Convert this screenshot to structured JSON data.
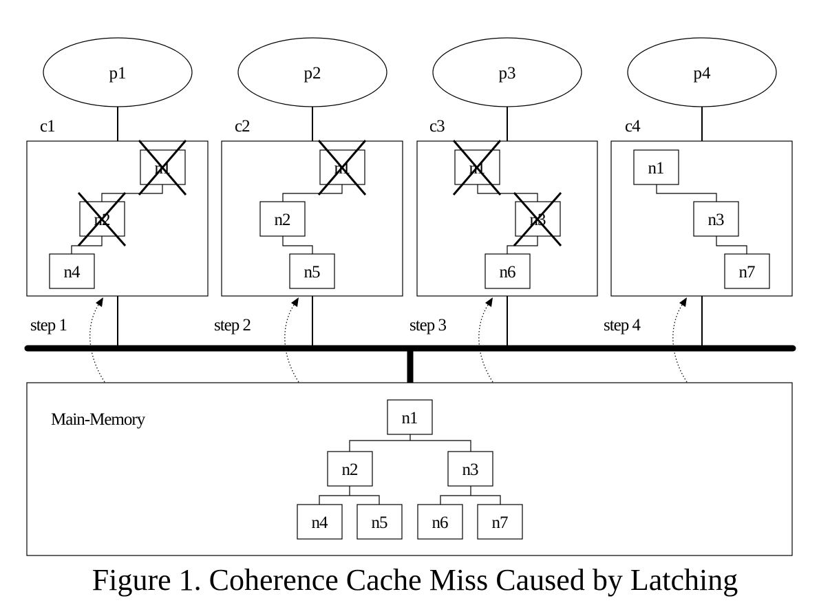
{
  "caption": "Figure 1. Coherence Cache Miss Caused by Latching",
  "main_memory": {
    "label": "Main-Memory",
    "nodes": {
      "n1": "n1",
      "n2": "n2",
      "n3": "n3",
      "n4": "n4",
      "n5": "n5",
      "n6": "n6",
      "n7": "n7"
    }
  },
  "processors": [
    {
      "name": "p1",
      "cache": "c1",
      "step": "step 1",
      "nodes": [
        {
          "label": "n1",
          "invalidated": true
        },
        {
          "label": "n2",
          "invalidated": true
        },
        {
          "label": "n4",
          "invalidated": false
        }
      ]
    },
    {
      "name": "p2",
      "cache": "c2",
      "step": "step 2",
      "nodes": [
        {
          "label": "n1",
          "invalidated": true
        },
        {
          "label": "n2",
          "invalidated": false
        },
        {
          "label": "n5",
          "invalidated": false
        }
      ]
    },
    {
      "name": "p3",
      "cache": "c3",
      "step": "step 3",
      "nodes": [
        {
          "label": "n1",
          "invalidated": true
        },
        {
          "label": "n3",
          "invalidated": true
        },
        {
          "label": "n6",
          "invalidated": false
        }
      ]
    },
    {
      "name": "p4",
      "cache": "c4",
      "step": "step 4",
      "nodes": [
        {
          "label": "n1",
          "invalidated": false
        },
        {
          "label": "n3",
          "invalidated": false
        },
        {
          "label": "n7",
          "invalidated": false
        }
      ]
    }
  ]
}
